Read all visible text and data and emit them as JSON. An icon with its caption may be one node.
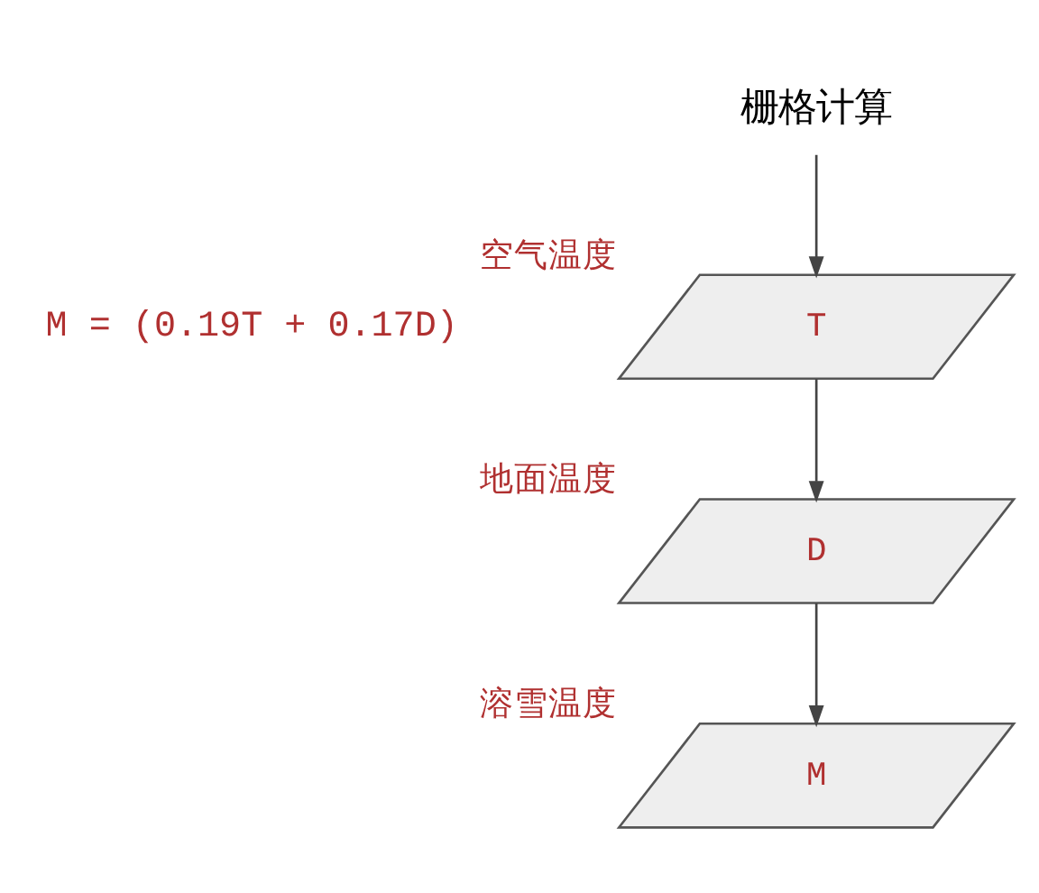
{
  "diagram": {
    "nodes": [
      {
        "text": [
          "栅格计算"
        ]
      },
      {
        "text": [
          "T"
        ],
        "beside": [
          "空气温度"
        ]
      },
      {
        "text": [
          "D"
        ],
        "beside": [
          "地面温度"
        ]
      },
      {
        "text": [
          "M"
        ],
        "beside": [
          "溶雪温度"
        ]
      }
    ],
    "edges": [
      {
        "from": 0,
        "to": 1,
        "arrow": "to"
      },
      {
        "from": 1,
        "to": 2,
        "arrow": "to"
      },
      {
        "from": 2,
        "to": 3,
        "arrow": "to"
      }
    ],
    "labels": [
      "M = (0.19T + 0.17D)"
    ]
  }
}
